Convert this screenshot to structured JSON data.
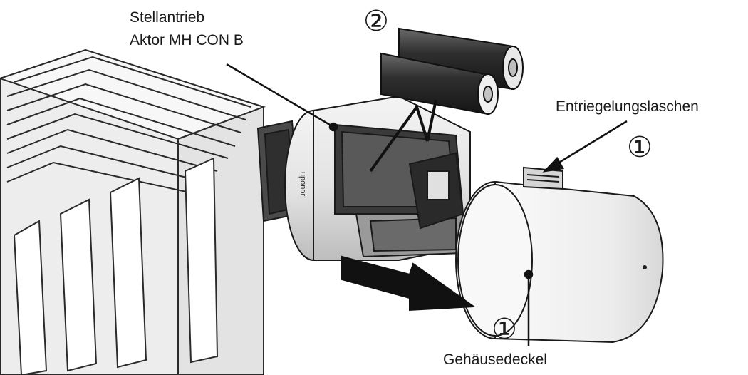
{
  "labels": {
    "actuator_line1": "Stellantrieb",
    "actuator_line2": "Aktor MH CON B",
    "release_tabs": "Entriegelungslaschen",
    "housing_cover": "Gehäusedeckel"
  },
  "markers": {
    "batteries_step": "②",
    "release_step": "①",
    "cover_step": "①"
  },
  "device_brand": "uponor",
  "colors": {
    "line": "#1a1a1a",
    "metal_light": "#e6e6e6",
    "metal_dark": "#3a3a3a",
    "arrow": "#111111"
  }
}
